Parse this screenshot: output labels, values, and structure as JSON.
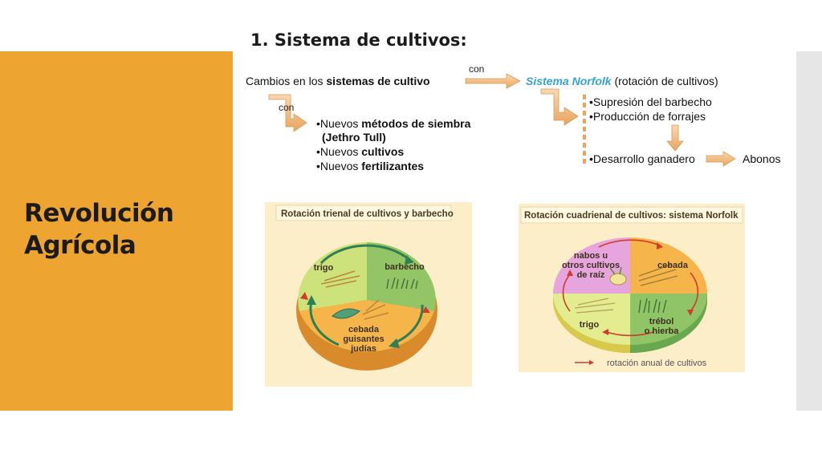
{
  "slide": {
    "title_line1": "Revolución",
    "title_line2": "Agrícola",
    "heading": "1. Sistema de cultivos:"
  },
  "flow": {
    "start_prefix": "Cambios en los ",
    "start_bold": "sistemas de cultivo",
    "con_top": "con",
    "con_left": "con",
    "norfolk_name": "Sistema Norfolk",
    "norfolk_rest": " (rotación de cultivos)",
    "left_bullets": [
      {
        "prefix": "•Nuevos ",
        "bold": "métodos de siembra"
      },
      {
        "prefix": "",
        "bold": "(Jethro Tull)"
      },
      {
        "prefix": "•Nuevos ",
        "bold": "cultivos"
      },
      {
        "prefix": "•Nuevos ",
        "bold": "fertilizantes"
      }
    ],
    "right_bullets": [
      "•Supresión del barbecho",
      "•Producción de forrajes",
      "•Desarrollo ganadero"
    ],
    "result": "Abonos"
  },
  "diagram_triennial": {
    "title": "Rotación trienal de cultivos y barbecho",
    "segments": {
      "trigo": "trigo",
      "barbecho": "barbecho",
      "cebada1": "cebada",
      "cebada2": "guisantes",
      "cebada3": "judías"
    },
    "colors": {
      "panel": "#fbeec9",
      "trigo": "#cde27a",
      "barbecho": "#93c567",
      "cebada": "#f6b54a",
      "arrow": "#2e7f53"
    }
  },
  "diagram_quadrennial": {
    "title": "Rotación cuadrienal de cultivos: sistema Norfolk",
    "segments": {
      "nabos1": "nabos u",
      "nabos2": "otros cultivos",
      "nabos3": "de raíz",
      "cebada": "cebada",
      "trebol1": "trébol",
      "trebol2": "o hierba",
      "trigo": "trigo"
    },
    "legend": "rotación anual de cultivos",
    "colors": {
      "panel": "#fbeec9",
      "nabos": "#e6a6dd",
      "cebada": "#f6b54a",
      "trebol": "#8fc467",
      "trigo": "#e3ec8f",
      "arrow": "#d23a2a"
    }
  }
}
